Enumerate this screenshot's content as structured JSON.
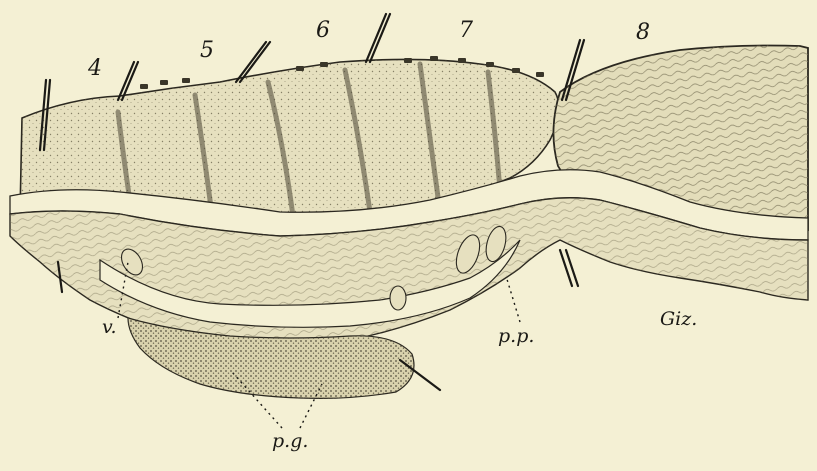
{
  "figure": {
    "segment_labels": [
      "4",
      "5",
      "6",
      "7",
      "8"
    ],
    "label_v": "v.",
    "label_pp": "p.p.",
    "label_giz": "Giz.",
    "label_pg": "p.g."
  },
  "colors": {
    "background": "#f4f0d4",
    "ink": "#1b1a16",
    "tissue": "#e6e0bf",
    "tissue_dark": "#8a8468"
  }
}
